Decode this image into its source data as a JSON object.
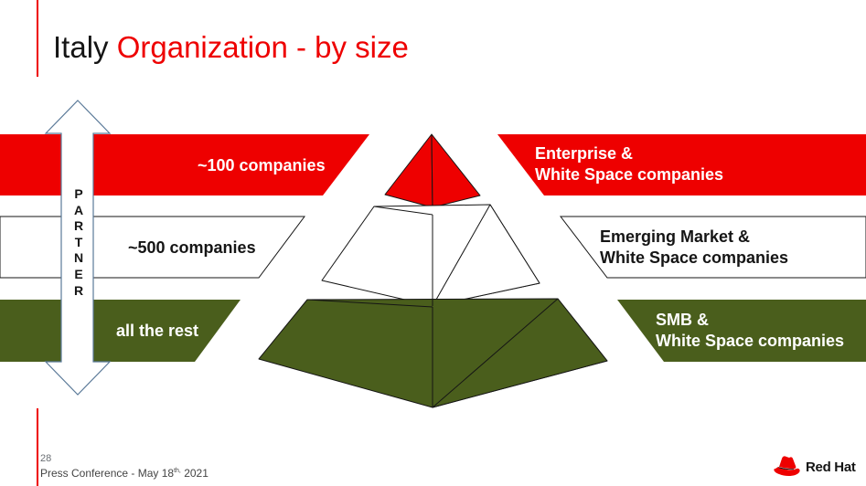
{
  "slide": {
    "title_plain": "Italy",
    "title_highlight": "Organization - by size",
    "page_number": "28",
    "footer_text": "Press Conference - May 18",
    "footer_sup": "th,",
    "footer_year": " 2021",
    "logo_text": "Red Hat"
  },
  "colors": {
    "red": "#ee0000",
    "olive": "#4a5e1c",
    "white": "#ffffff",
    "outline": "#151515"
  },
  "diagram": {
    "left_bands": [
      {
        "label": "~100 companies",
        "fill": "#ee0000",
        "text_color": "#ffffff"
      },
      {
        "label": "~500 companies",
        "fill": "#ffffff",
        "text_color": "#151515"
      },
      {
        "label": "all the rest",
        "fill": "#4a5e1c",
        "text_color": "#ffffff"
      }
    ],
    "right_segments": [
      {
        "lines": [
          "Enterprise &",
          "White Space companies"
        ],
        "fill": "#ee0000",
        "text_color": "#ffffff"
      },
      {
        "lines": [
          "Emerging Market &",
          "White Space companies"
        ],
        "fill": "#ffffff",
        "text_color": "#151515"
      },
      {
        "lines": [
          "SMB &",
          "White Space companies"
        ],
        "fill": "#4a5e1c",
        "text_color": "#ffffff"
      }
    ],
    "pyramid_tiers": [
      {
        "name": "top",
        "fill": "#ee0000"
      },
      {
        "name": "middle",
        "fill": "#ffffff"
      },
      {
        "name": "bottom",
        "fill": "#4a5e1c"
      }
    ],
    "partner_arrow_letters": [
      "P",
      "A",
      "R",
      "T",
      "N",
      "E",
      "R"
    ]
  }
}
